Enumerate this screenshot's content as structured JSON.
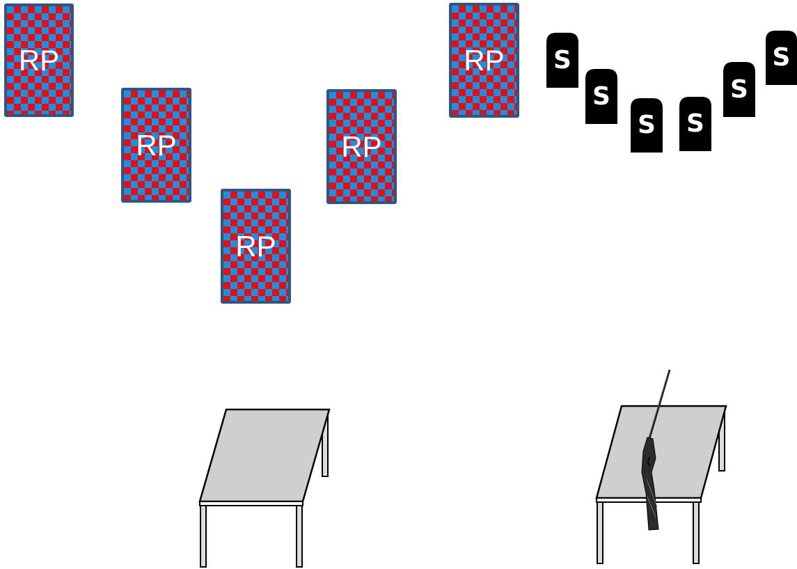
{
  "cards": [
    {
      "label": "RP"
    },
    {
      "label": "RP"
    },
    {
      "label": "RP"
    },
    {
      "label": "RP"
    },
    {
      "label": "RP"
    }
  ],
  "tokens": [
    {
      "label": "S"
    },
    {
      "label": "S"
    },
    {
      "label": "S"
    },
    {
      "label": "S"
    },
    {
      "label": "S"
    },
    {
      "label": "S"
    }
  ],
  "objects": {
    "left_table": "empty-table",
    "right_table": "table-with-rifle"
  },
  "colors": {
    "card_red": "#e0101a",
    "card_blue": "#1f8fdc",
    "card_border": "#2f5580",
    "token_fill": "#000000",
    "table_top": "#cfcfcf"
  }
}
